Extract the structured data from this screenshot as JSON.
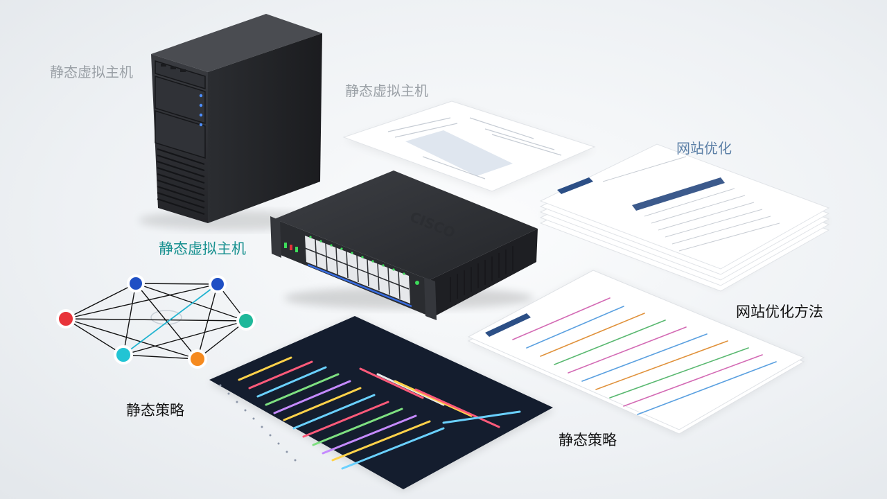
{
  "labels": {
    "top_left": "静态虚拟主机",
    "top_center": "静态虚拟主机",
    "mid_left": "静态虚拟主机",
    "top_right": "网站优化",
    "mid_right": "网站优化方法",
    "bottom_left": "静态策略",
    "bottom_center": "静态策略"
  },
  "colors": {
    "node_blue": "#1f4fc4",
    "node_red": "#e8343a",
    "node_green": "#1fb89a",
    "node_cyan": "#22c4d4",
    "node_orange": "#f58a1f",
    "code_bg": "#141d2e"
  }
}
